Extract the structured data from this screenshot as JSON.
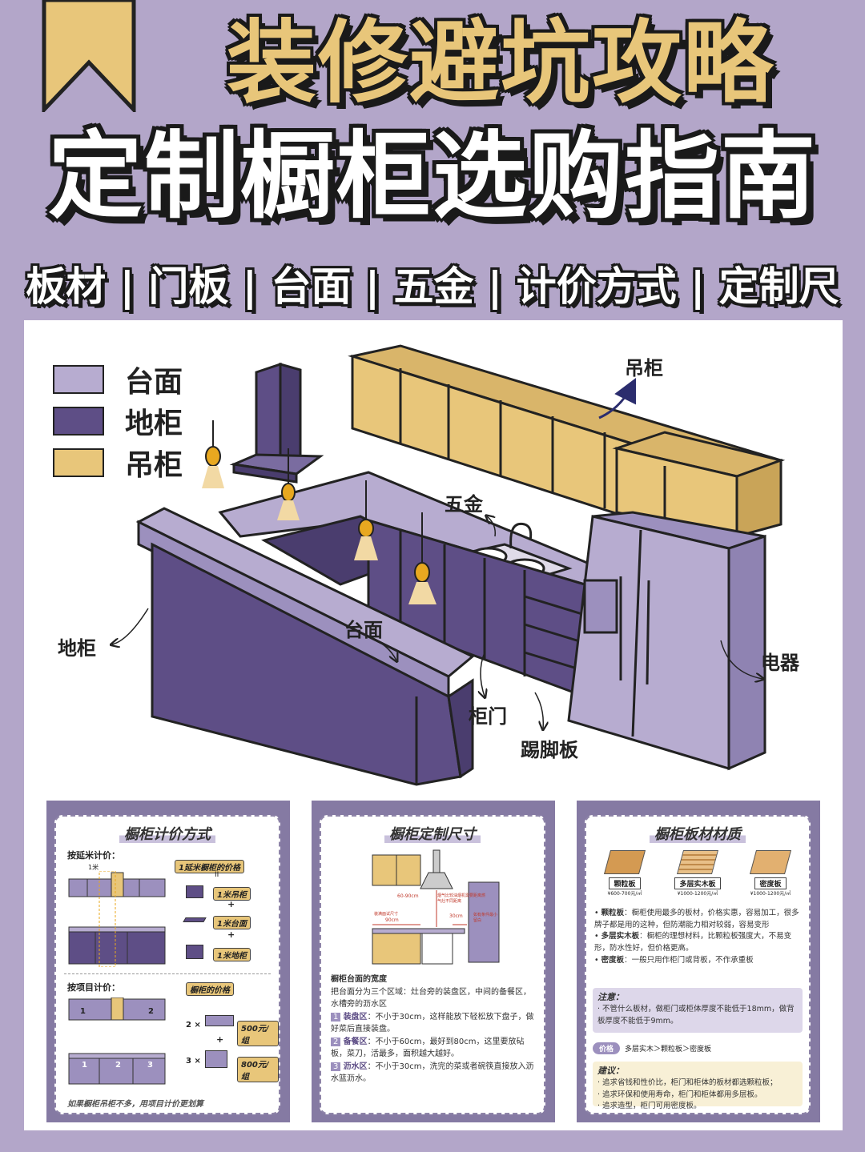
{
  "header": {
    "title_line1": "装修避坑攻略",
    "title_line2": "定制橱柜选购指南",
    "subtitle": "板材 | 门板 | 台面 | 五金 | 计价方式 | 定制尺寸"
  },
  "colors": {
    "background": "#b3a6c9",
    "countertop": "#b7acd0",
    "base_cabinet": "#5e4e86",
    "wall_cabinet": "#e8c67a"
  },
  "legend": [
    {
      "label": "台面",
      "color": "#b7acd0"
    },
    {
      "label": "地柜",
      "color": "#5e4e86"
    },
    {
      "label": "吊柜",
      "color": "#e8c67a"
    }
  ],
  "callouts": {
    "wall_cabinet": "吊柜",
    "hardware": "五金",
    "base_cabinet": "地柜",
    "countertop": "台面",
    "appliance": "电器",
    "cabinet_door": "柜门",
    "kickboard": "踢脚板"
  },
  "card_pricing": {
    "title": "橱柜计价方式",
    "by_meter_label": "按延米计价：",
    "one_meter": "1米",
    "meter_price_tag": "1延米橱柜的价格",
    "equals": "II",
    "plus": "+",
    "items": [
      "1米吊柜",
      "1米台面",
      "1米地柜"
    ],
    "by_item_label": "按项目计价：",
    "item_price_tag": "橱柜的价格",
    "unit_labels": [
      "1",
      "2",
      "3"
    ],
    "top_labels": [
      "1",
      "2"
    ],
    "multiplier_1": "2 ×",
    "price_1": "500元/组",
    "multiplier_2": "3 ×",
    "price_2": "800元/组",
    "footer": "如果橱柜吊柜不多，用项目计价更划算"
  },
  "card_size": {
    "title": "橱柜定制尺寸",
    "dim_top": "60-90cm",
    "dim_top_note": "烟气比较油烟机需要距离燃气灶不同距离",
    "dim_side": "30cm",
    "dim_side_note": "如有条件最小留白",
    "dim_width_note": "装满面试尺寸",
    "dim_width": "90cm",
    "width_heading": "橱柜台面的宽度",
    "width_intro": "把台面分为三个区域：灶台旁的装盘区，中间的备餐区，水槽旁的沥水区",
    "zones": [
      {
        "num": "1",
        "name": "装盘区",
        "text": "：不小于30cm，这样能放下轻松放下盘子，做好菜后直接装盘。"
      },
      {
        "num": "2",
        "name": "备餐区",
        "text": "：不小于60cm，最好到80cm，这里要放砧板，菜刀，活最多，面积越大越好。"
      },
      {
        "num": "3",
        "name": "沥水区",
        "text": "：不小于30cm，洗完的菜或者碗筷直接放入沥水篮沥水。"
      }
    ]
  },
  "card_material": {
    "title": "橱柜板材材质",
    "boards": [
      {
        "name": "颗粒板",
        "price": "¥600-700元/㎡"
      },
      {
        "name": "多层实木板",
        "price": "¥1000-1200元/㎡"
      },
      {
        "name": "密度板",
        "price": "¥1000-1200元/㎡"
      }
    ],
    "descriptions": [
      {
        "name": "颗粒板",
        "text": "：橱柜使用最多的板材，价格实惠，容易加工，很多牌子都是用的这种，但防潮能力相对较弱，容易变形"
      },
      {
        "name": "多层实木板",
        "text": "：橱柜的理想材料，比颗粒板强度大，不易变形，防水性好，但价格更高。"
      },
      {
        "name": "密度板",
        "text": "：一般只用作柜门或背板，不作承重板"
      }
    ],
    "notice_label": "注意：",
    "notice_text": "· 不管什么板材，做柜门或柜体厚度不能低于18mm，做背板厚度不能低于9mm。",
    "price_label": "价格",
    "price_rank": "多层实木＞颗粒板＞密度板",
    "advice_label": "建议：",
    "advice": [
      "· 追求省钱和性价比，柜门和柜体的板材都选颗粒板；",
      "· 追求环保和使用寿命，柜门和柜体都用多层板。",
      "· 追求造型，柜门可用密度板。"
    ]
  }
}
